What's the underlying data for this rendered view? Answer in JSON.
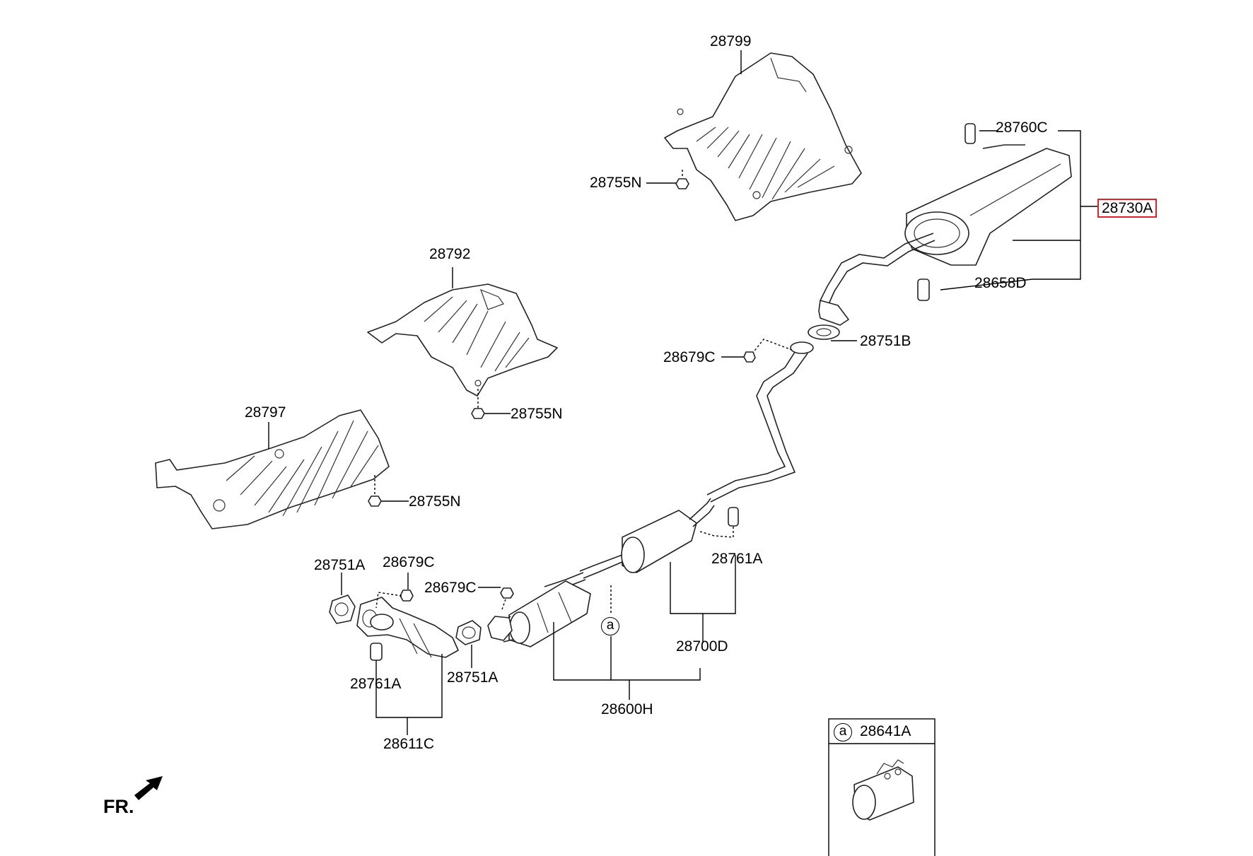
{
  "parts": {
    "p28799": "28799",
    "p28755N_top": "28755N",
    "p28760C": "28760C",
    "p28730A": "28730A",
    "p28658D": "28658D",
    "p28792": "28792",
    "p28755N_mid": "28755N",
    "p28751B": "28751B",
    "p28679C_right": "28679C",
    "p28797": "28797",
    "p28755N_low": "28755N",
    "p28751A_left": "28751A",
    "p28679C_left": "28679C",
    "p28679C_center": "28679C",
    "p28761A_right": "28761A",
    "p28761A_left": "28761A",
    "p28751A_center": "28751A",
    "p28700D": "28700D",
    "p28600H": "28600H",
    "p28611C": "28611C",
    "p28641A": "28641A"
  },
  "callout_letter": "a",
  "inset_letter": "a",
  "front_label": "FR.",
  "highlight_color": "#e0202a",
  "icons": {
    "front_arrow": "arrow-down-left-icon"
  }
}
